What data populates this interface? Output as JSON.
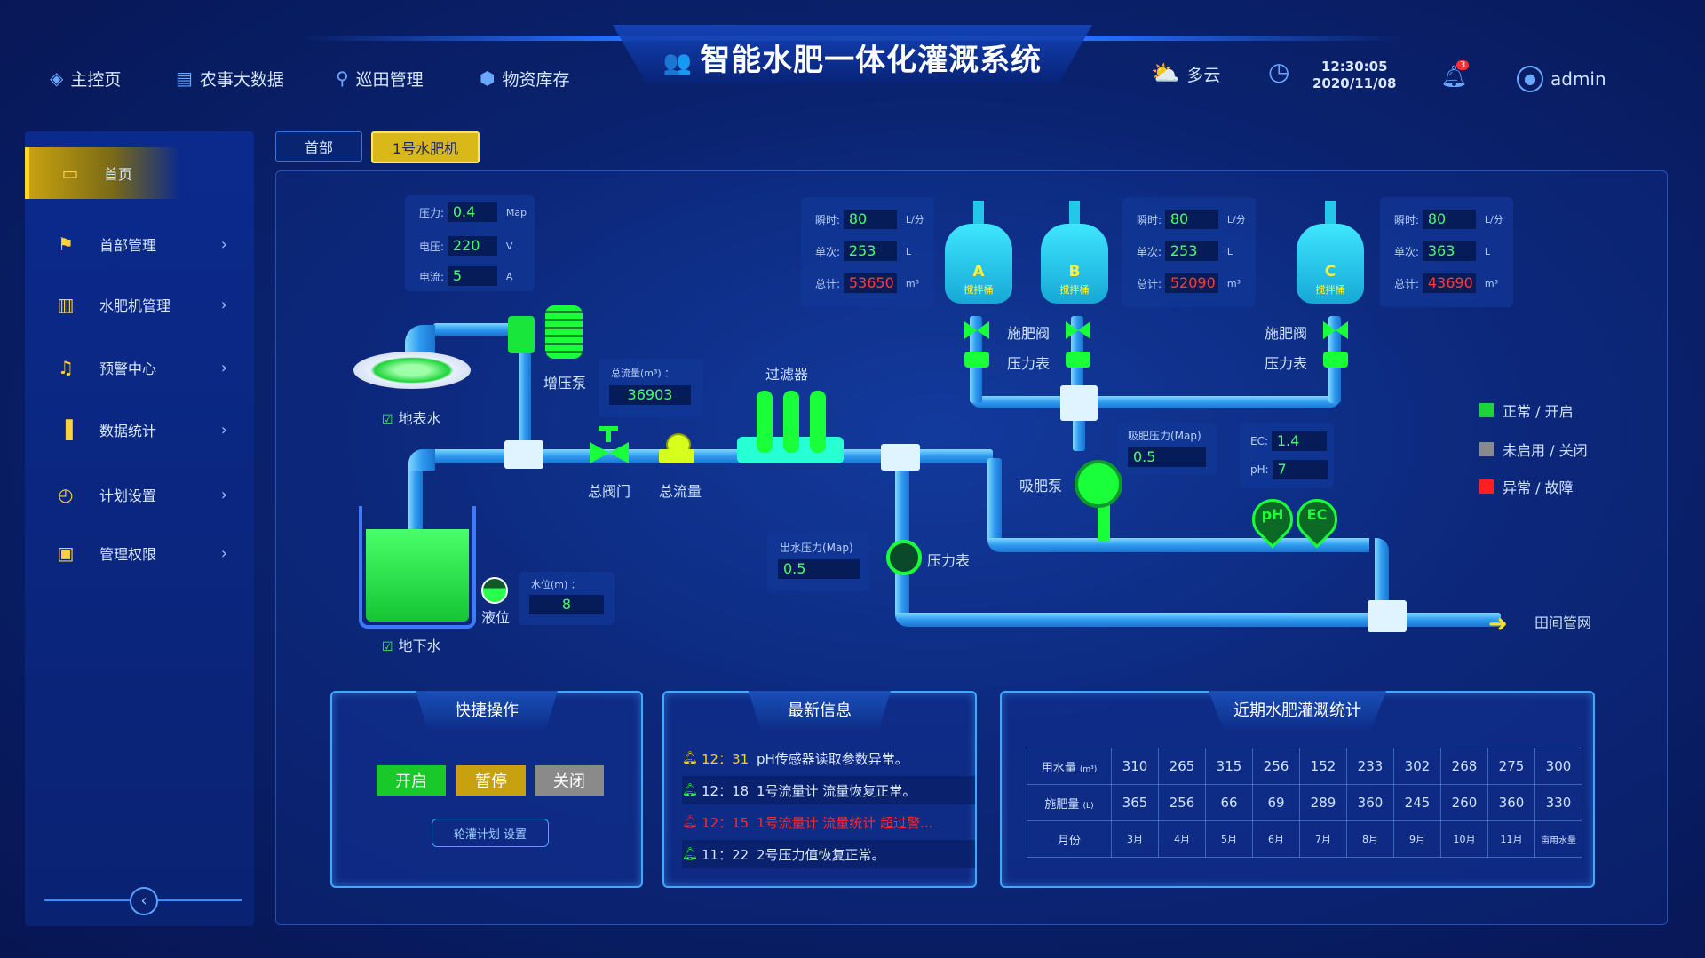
{
  "header": {
    "title": "智能水肥一体化灌溉系统",
    "nav": [
      {
        "label": "主控页"
      },
      {
        "label": "农事大数据"
      },
      {
        "label": "巡田管理"
      },
      {
        "label": "物资库存"
      }
    ],
    "weather": "多云",
    "time": "12:30:05",
    "date": "2020/11/08",
    "notification_count": "3",
    "user": "admin"
  },
  "sidebar": {
    "items": [
      {
        "label": "首页"
      },
      {
        "label": "首部管理"
      },
      {
        "label": "水肥机管理"
      },
      {
        "label": "预警中心"
      },
      {
        "label": "数据统计"
      },
      {
        "label": "计划设置"
      },
      {
        "label": "管理权限"
      }
    ]
  },
  "breadcrumb": {
    "items": [
      {
        "label": "首部"
      },
      {
        "label": "1号水肥机"
      }
    ]
  },
  "pump_readout": {
    "pressure": {
      "label": "压力:",
      "value": "0.4",
      "unit": "Map"
    },
    "voltage": {
      "label": "电压:",
      "value": "220",
      "unit": "V"
    },
    "current": {
      "label": "电流:",
      "value": "5",
      "unit": "A"
    }
  },
  "tank_readouts": [
    {
      "instant": {
        "label": "瞬时:",
        "value": "80",
        "unit": "L/分"
      },
      "single": {
        "label": "单次:",
        "value": "253",
        "unit": "L"
      },
      "total": {
        "label": "总计:",
        "value": "53650",
        "unit": "m³"
      }
    },
    {
      "instant": {
        "label": "瞬时:",
        "value": "80",
        "unit": "L/分"
      },
      "single": {
        "label": "单次:",
        "value": "253",
        "unit": "L"
      },
      "total": {
        "label": "总计:",
        "value": "52090",
        "unit": "m³"
      }
    },
    {
      "instant": {
        "label": "瞬时:",
        "value": "80",
        "unit": "L/分"
      },
      "single": {
        "label": "单次:",
        "value": "363",
        "unit": "L"
      },
      "total": {
        "label": "总计:",
        "value": "43690",
        "unit": "m³"
      }
    }
  ],
  "tanks": [
    {
      "letter": "A",
      "label": "搅拌桶"
    },
    {
      "letter": "B",
      "label": "搅拌桶"
    },
    {
      "letter": "C",
      "label": "搅拌桶"
    }
  ],
  "diagram": {
    "surface_water": "地表水",
    "ground_water": "地下水",
    "boost_pump": "增压泵",
    "main_valve": "总阀门",
    "main_flow": "总流量",
    "filter": "过滤器",
    "fert_valve": "施肥阀",
    "pressure_gauge": "压力表",
    "suction_pump": "吸肥泵",
    "level": "液位",
    "field_network": "田间管网",
    "ph_sensor": "pH",
    "ec_sensor": "EC"
  },
  "total_flow": {
    "label": "总流量(m³) ：",
    "value": "36903"
  },
  "water_level": {
    "label": "水位(m) ：",
    "value": "8"
  },
  "outlet_pressure": {
    "label": "出水压力(Map)",
    "value": "0.5"
  },
  "suction_pressure": {
    "label": "吸肥压力(Map)",
    "value": "0.5"
  },
  "ec_ph": {
    "ec_label": "EC:",
    "ec_value": "1.4",
    "ph_label": "pH:",
    "ph_value": "7"
  },
  "legend": [
    {
      "label": "正常 / 开启",
      "color": "#1fd33a"
    },
    {
      "label": "未启用 / 关闭",
      "color": "#8a8a8a"
    },
    {
      "label": "异常 / 故障",
      "color": "#ff1f1f"
    }
  ],
  "quick_ops": {
    "title": "快捷操作",
    "start": "开启",
    "pause": "暂停",
    "close": "关闭",
    "plan": "轮灌计划 设置"
  },
  "messages": {
    "title": "最新信息",
    "items": [
      {
        "time": "12：31",
        "text": "pH传感器读取参数异常。",
        "color": "#ffd200"
      },
      {
        "time": "12：18",
        "text": "1号流量计 流量恢复正常。",
        "color": "#2bff3a"
      },
      {
        "time": "12：15",
        "text": "1号流量计 流量统计 超过警...",
        "color": "#ff2a2a"
      },
      {
        "time": "11：22",
        "text": "2号压力值恢复正常。",
        "color": "#2bff3a"
      }
    ]
  },
  "stats": {
    "title": "近期水肥灌溉统计",
    "rows": [
      {
        "header": "用水量",
        "unit": "(m³)",
        "values": [
          "310",
          "265",
          "315",
          "256",
          "152",
          "233",
          "302",
          "268",
          "275",
          "300"
        ]
      },
      {
        "header": "施肥量",
        "unit": "(L)",
        "values": [
          "365",
          "256",
          "66",
          "69",
          "289",
          "360",
          "245",
          "260",
          "360",
          "330"
        ]
      },
      {
        "header": "月份",
        "unit": "",
        "values": [
          "3月",
          "4月",
          "5月",
          "6月",
          "7月",
          "8月",
          "9月",
          "10月",
          "11月",
          "亩用水量"
        ]
      }
    ]
  }
}
